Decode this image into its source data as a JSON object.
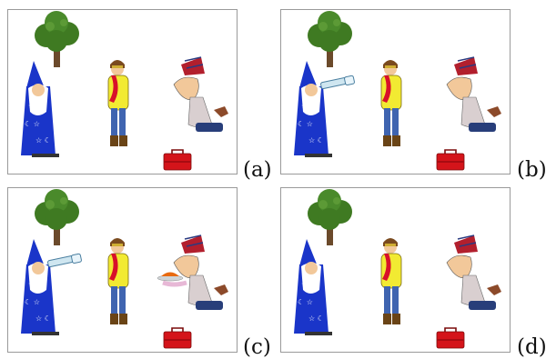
{
  "panels": [
    {
      "id": "a",
      "label": "(a)",
      "wizard_telescope": false,
      "plate": false,
      "toolbox": true
    },
    {
      "id": "b",
      "label": "(b)",
      "wizard_telescope": true,
      "plate": false,
      "toolbox": true
    },
    {
      "id": "c",
      "label": "(c)",
      "wizard_telescope": true,
      "plate": true,
      "toolbox": true
    },
    {
      "id": "d",
      "label": "(d)",
      "wizard_telescope": false,
      "plate": false,
      "toolbox": true
    }
  ],
  "colors": {
    "wizard_robe": "#1a35c9",
    "hat_red": "#b21f2d",
    "tree_green": "#3f7a22",
    "toolbox_red": "#d4141a",
    "scarf_red": "#d8102a",
    "pants_blue": "#3f64b0",
    "skin": "#f2c89a"
  }
}
